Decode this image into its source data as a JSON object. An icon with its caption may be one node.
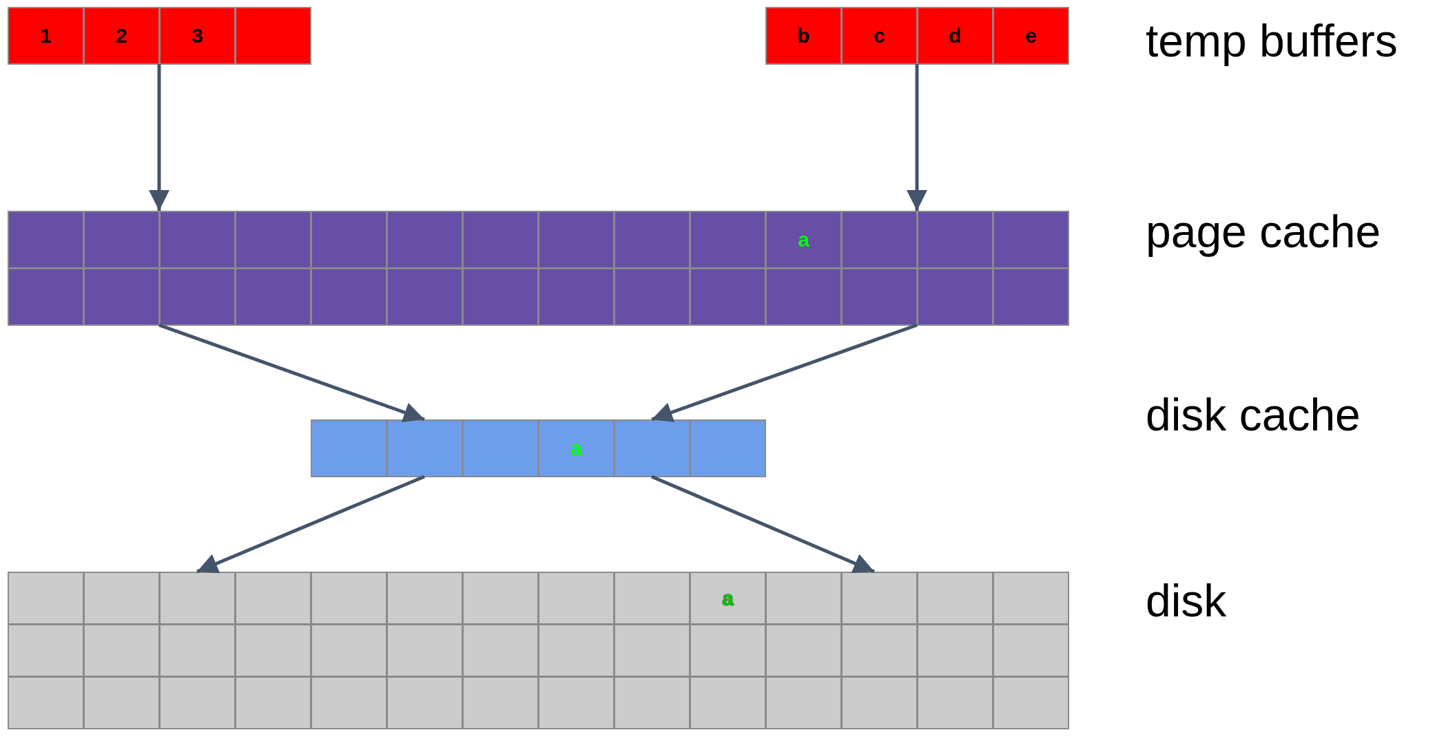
{
  "diagram": {
    "nodes": [
      {
        "text": [],
        "shape": "box"
      },
      {
        "text": [
          "1"
        ],
        "in": 0
      },
      {
        "text": [
          "2"
        ],
        "in": 0
      },
      {
        "text": [
          "3"
        ],
        "in": 0
      },
      {
        "text": [],
        "shape": "box",
        "in": 0
      },
      {
        "text": [],
        "shape": "box"
      },
      {
        "text": [
          "b"
        ],
        "in": 5
      },
      {
        "text": [
          "c"
        ],
        "in": 5
      },
      {
        "text": [
          "d"
        ],
        "in": 5
      },
      {
        "text": [
          "e"
        ],
        "in": 5
      },
      {
        "text": [],
        "shape": "box"
      },
      {
        "text": [],
        "shape": "box",
        "in": 10
      },
      {
        "text": [],
        "shape": "box",
        "in": 10
      },
      {
        "text": [],
        "shape": "box",
        "in": 10
      },
      {
        "text": [],
        "shape": "box",
        "in": 10
      },
      {
        "text": [],
        "shape": "box",
        "in": 10
      },
      {
        "text": [],
        "shape": "box",
        "in": 10
      },
      {
        "text": [],
        "shape": "box",
        "in": 10
      },
      {
        "text": [],
        "shape": "box",
        "in": 10
      },
      {
        "text": [],
        "shape": "box",
        "in": 10
      },
      {
        "text": [],
        "shape": "box",
        "in": 10
      },
      {
        "text": [
          "a"
        ],
        "in": 10
      },
      {
        "text": [],
        "shape": "box",
        "in": 10
      },
      {
        "text": [],
        "shape": "box",
        "in": 10
      },
      {
        "text": [],
        "shape": "box",
        "in": 10
      },
      {
        "text": [],
        "shape": "box",
        "in": 10
      },
      {
        "text": [],
        "shape": "box",
        "in": 10
      },
      {
        "text": [],
        "shape": "box",
        "in": 10
      },
      {
        "text": [],
        "shape": "box",
        "in": 10
      },
      {
        "text": [],
        "shape": "box",
        "in": 10
      },
      {
        "text": [],
        "shape": "box",
        "in": 10
      },
      {
        "text": [],
        "shape": "box",
        "in": 10
      },
      {
        "text": [],
        "shape": "box",
        "in": 10
      },
      {
        "text": [],
        "shape": "box",
        "in": 10
      },
      {
        "text": [],
        "shape": "box",
        "in": 10
      },
      {
        "text": [],
        "shape": "box",
        "in": 10
      },
      {
        "text": [],
        "shape": "box",
        "in": 10
      },
      {
        "text": [],
        "shape": "box",
        "in": 10
      },
      {
        "text": [],
        "shape": "box",
        "in": 10
      },
      {
        "text": [],
        "shape": "box"
      },
      {
        "text": [],
        "shape": "box",
        "in": 39
      },
      {
        "text": [],
        "shape": "box",
        "in": 39
      },
      {
        "text": [],
        "shape": "box",
        "in": 39
      },
      {
        "text": [
          "a"
        ],
        "in": 39
      },
      {
        "text": [],
        "shape": "box",
        "in": 39
      },
      {
        "text": [],
        "shape": "box",
        "in": 39
      },
      {
        "text": [],
        "shape": "box"
      },
      {
        "text": [],
        "shape": "box",
        "in": 46
      },
      {
        "text": [],
        "shape": "box",
        "in": 46
      },
      {
        "text": [],
        "shape": "box",
        "in": 46
      },
      {
        "text": [],
        "shape": "box",
        "in": 46
      },
      {
        "text": [],
        "shape": "box",
        "in": 46
      },
      {
        "text": [],
        "shape": "box",
        "in": 46
      },
      {
        "text": [],
        "shape": "box",
        "in": 46
      },
      {
        "text": [],
        "shape": "box",
        "in": 46
      },
      {
        "text": [],
        "shape": "box",
        "in": 46
      },
      {
        "text": [
          "a"
        ],
        "in": 46
      },
      {
        "text": [],
        "shape": "box",
        "in": 46
      },
      {
        "text": [],
        "shape": "box",
        "in": 46
      },
      {
        "text": [],
        "shape": "box",
        "in": 46
      },
      {
        "text": [],
        "shape": "box",
        "in": 46
      },
      {
        "text": [],
        "shape": "box",
        "in": 46
      },
      {
        "text": [],
        "shape": "box",
        "in": 46
      },
      {
        "text": [],
        "shape": "box",
        "in": 46
      },
      {
        "text": [],
        "shape": "box",
        "in": 46
      },
      {
        "text": [],
        "shape": "box",
        "in": 46
      },
      {
        "text": [],
        "shape": "box",
        "in": 46
      },
      {
        "text": [],
        "shape": "box",
        "in": 46
      },
      {
        "text": [],
        "shape": "box",
        "in": 46
      },
      {
        "text": [],
        "shape": "box",
        "in": 46
      },
      {
        "text": [],
        "shape": "box",
        "in": 46
      },
      {
        "text": [],
        "shape": "box",
        "in": 46
      },
      {
        "text": [],
        "shape": "box",
        "in": 46
      },
      {
        "text": [],
        "shape": "box",
        "in": 46
      },
      {
        "text": [],
        "shape": "box",
        "in": 46
      },
      {
        "text": [],
        "shape": "box",
        "in": 46
      },
      {
        "text": [],
        "shape": "box",
        "in": 46
      },
      {
        "text": [],
        "shape": "box",
        "in": 46
      },
      {
        "text": [],
        "shape": "box",
        "in": 46
      },
      {
        "text": [],
        "shape": "box",
        "in": 46
      },
      {
        "text": [],
        "shape": "box",
        "in": 46
      },
      {
        "text": [],
        "shape": "box",
        "in": 46
      },
      {
        "text": [],
        "shape": "box",
        "in": 46
      },
      {
        "text": [],
        "shape": "box",
        "in": 46
      },
      {
        "text": [],
        "shape": "box",
        "in": 46
      },
      {
        "text": [],
        "shape": "box",
        "in": 46
      },
      {
        "text": [],
        "shape": "box",
        "in": 46
      },
      {
        "text": [],
        "shape": "box",
        "in": 46
      },
      {
        "text": [],
        "shape": "box",
        "in": 46
      }
    ],
    "edges": [
      {
        "from": 0,
        "to": 10,
        "arrow": "to"
      },
      {
        "from": 5,
        "to": 10,
        "arrow": "to"
      },
      {
        "from": 10,
        "to": 39,
        "arrow": "to"
      },
      {
        "from": 10,
        "to": 39,
        "arrow": "to"
      },
      {
        "from": 39,
        "to": 46,
        "arrow": "to"
      },
      {
        "from": 39,
        "to": 46,
        "arrow": "to"
      }
    ],
    "labels": [
      "temp buffers",
      "page cache",
      "disk cache",
      "disk"
    ]
  }
}
